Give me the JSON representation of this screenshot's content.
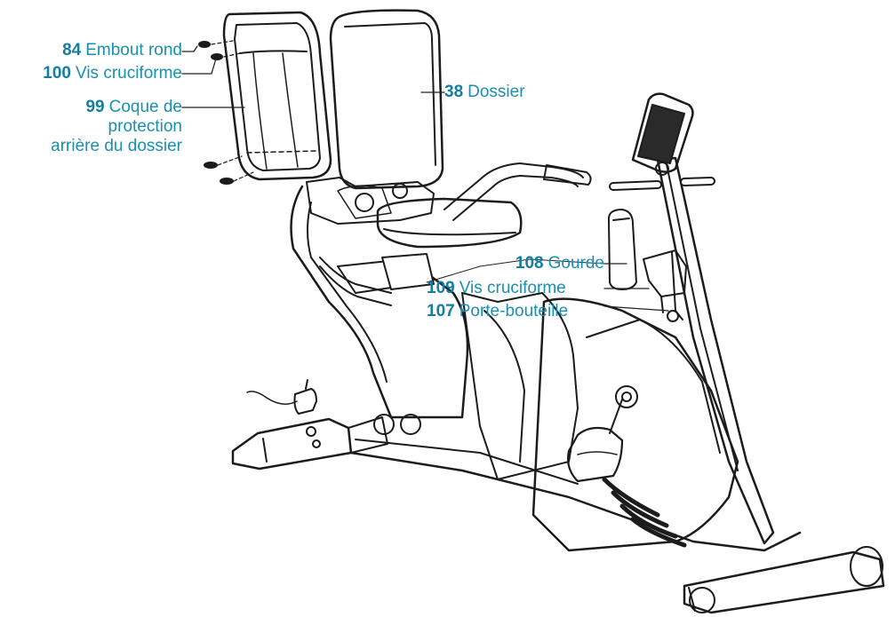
{
  "colors": {
    "label_text": "#1a8fb0",
    "label_number": "#137ea0",
    "line_art": "#1c1c1c",
    "leader_line": "#222222"
  },
  "callouts": [
    {
      "id": "84",
      "number": "84",
      "text": "Embout rond"
    },
    {
      "id": "100",
      "number": "100",
      "text": "Vis cruciforme"
    },
    {
      "id": "99",
      "number": "99",
      "lines": [
        "Coque de",
        "protection",
        "arrière du dossier"
      ]
    },
    {
      "id": "38",
      "number": "38",
      "text": "Dossier"
    },
    {
      "id": "108",
      "number": "108",
      "text": "Gourde"
    },
    {
      "id": "109",
      "number": "109",
      "text": "Vis cruciforme"
    },
    {
      "id": "107",
      "number": "107",
      "text": "Porte-bouteille"
    }
  ]
}
